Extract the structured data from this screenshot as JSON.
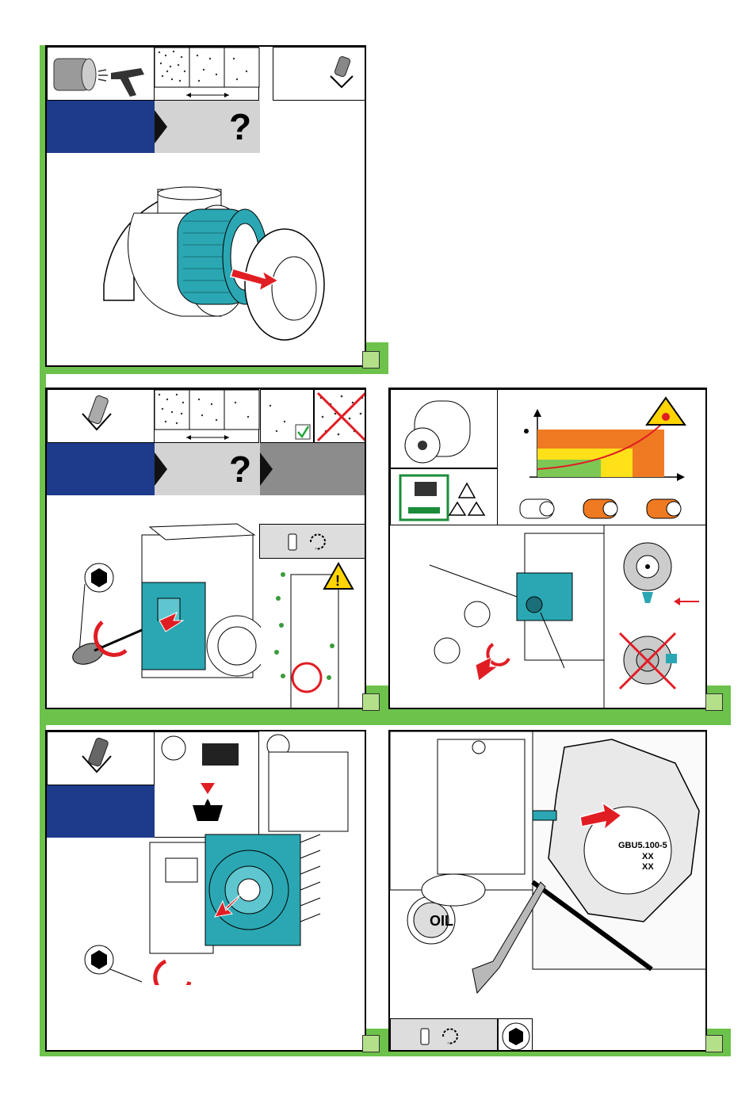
{
  "help_mark": "?",
  "oil_label": "OIL",
  "pump_plate": {
    "line1": "GBU5.100-5",
    "line2": "XX",
    "line3": "XX"
  },
  "colors": {
    "accent_green": "#6cc24a",
    "step_blue": "#1e3a8a",
    "part_teal": "#2aa7b3",
    "arrow_red": "#e11d24",
    "warning_yellow": "#ffd400"
  },
  "icons": [
    "filter-cartridge-icon",
    "air-gun-icon",
    "dust-level-icon",
    "waste-bin-icon",
    "question-icon",
    "hex-key-icon",
    "torque-icon",
    "warning-icon",
    "fire-warning-icon",
    "recycle-icon",
    "oil-drop-icon",
    "wrench-icon"
  ]
}
